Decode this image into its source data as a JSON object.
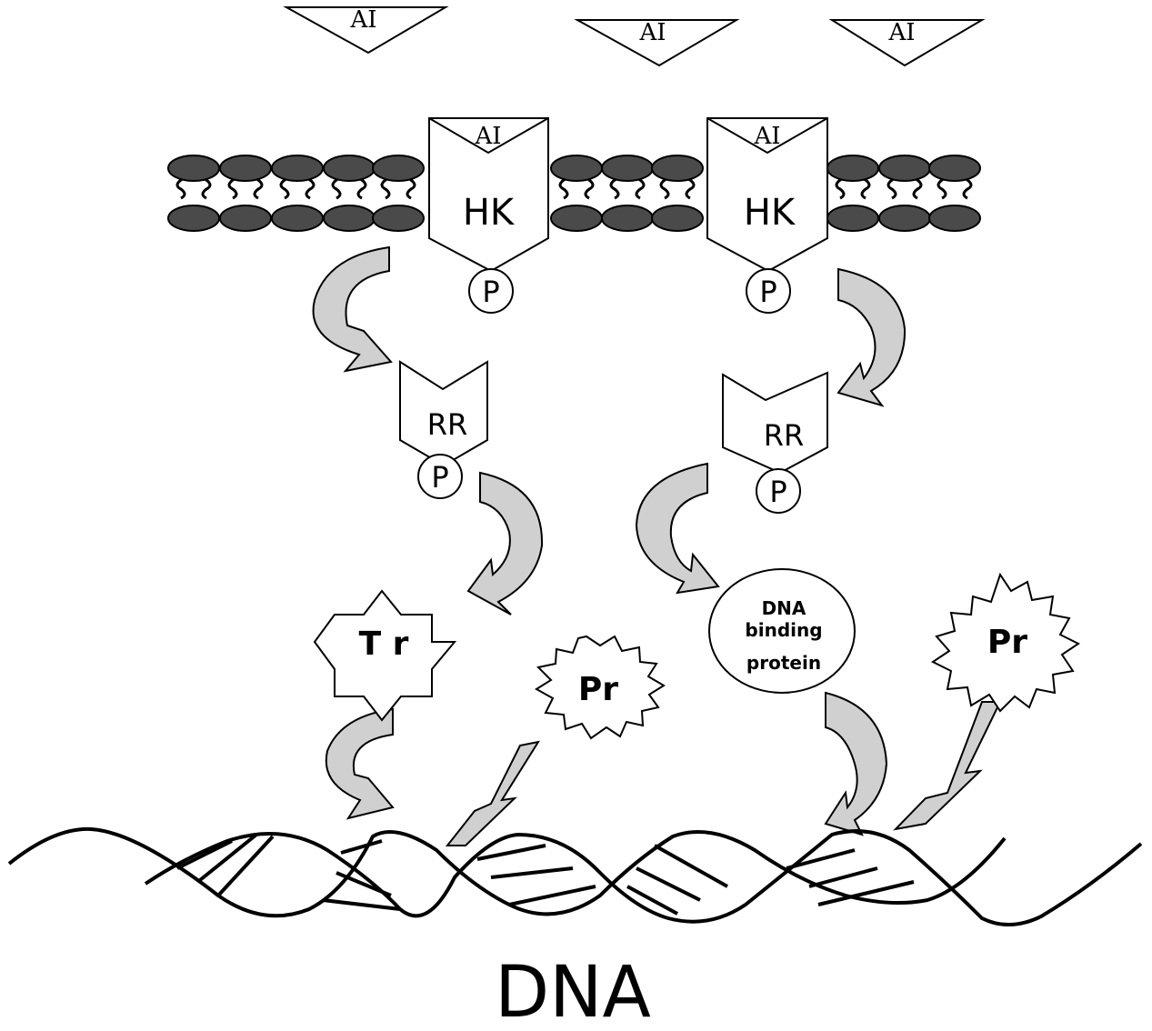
{
  "labels": {
    "ai": "AI",
    "hk": "HK",
    "rr": "RR",
    "p": "P",
    "tr": "T r",
    "pr": "Pr",
    "dna_binding_1": "DNA",
    "dna_binding_2": "binding",
    "dna_binding_3": "protein",
    "dna": "DNA"
  },
  "colors": {
    "membrane": "#4a4a4a",
    "arrow_fill": "#d0d0d0",
    "stroke": "#000000"
  }
}
